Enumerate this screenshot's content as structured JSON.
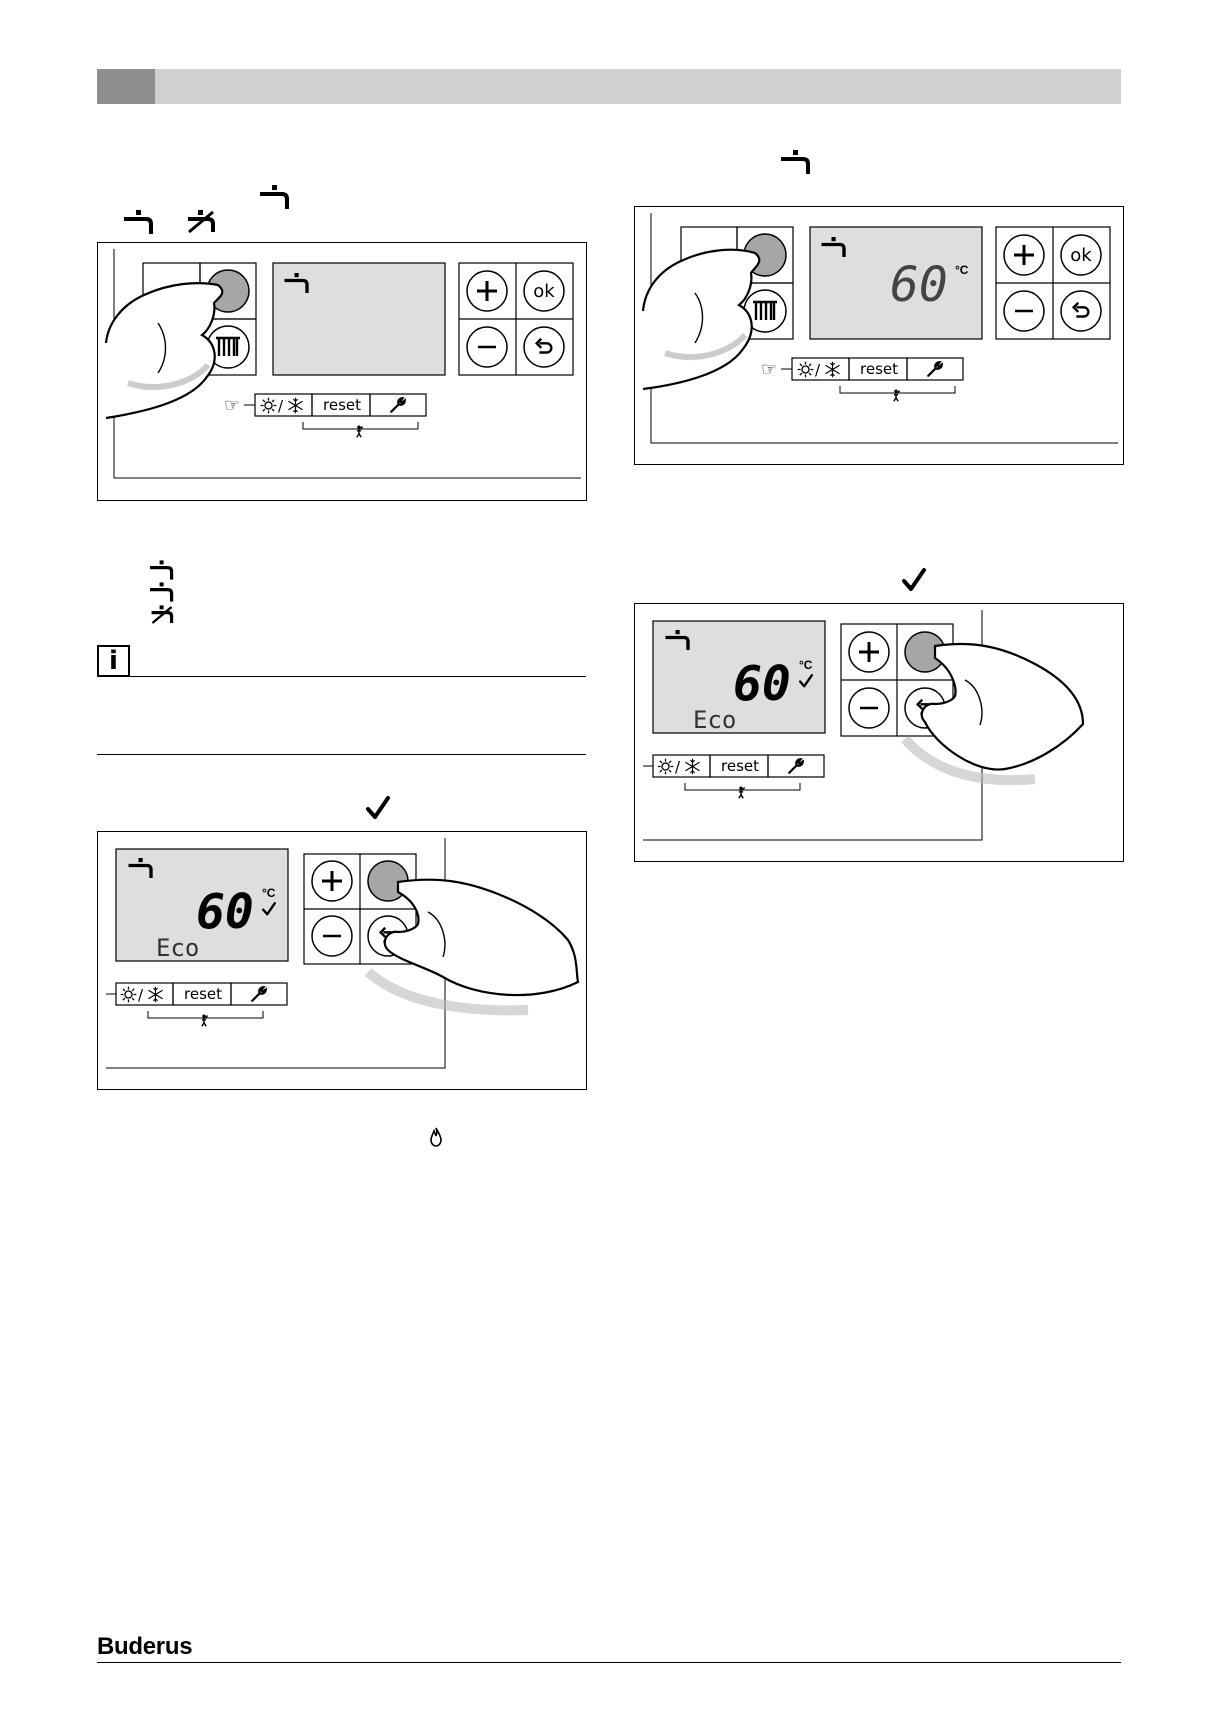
{
  "panel": {
    "reset_label": "reset",
    "ok_label": "ok",
    "season_icon": "sun-snowflake-icon",
    "service_icon": "wrench-icon",
    "chimney_icon": "chimney-sweep-icon"
  },
  "figures": {
    "fig1": {
      "display_temp": "",
      "display_mode": ""
    },
    "fig2": {
      "display_temp": "60",
      "unit": "°C",
      "display_mode": ""
    },
    "fig3": {
      "display_temp": "60",
      "unit": "°C",
      "display_mode": "Eco"
    },
    "fig4": {
      "display_temp": "60",
      "unit": "°C",
      "display_mode": "Eco"
    }
  },
  "info_icon_label": "i",
  "footer": {
    "brand": "Buderus"
  },
  "colors": {
    "header_bar": "#d0d0d0",
    "header_tab": "#8e8e8e",
    "lcd": "#dedede",
    "knob": "#a6a6a6"
  }
}
